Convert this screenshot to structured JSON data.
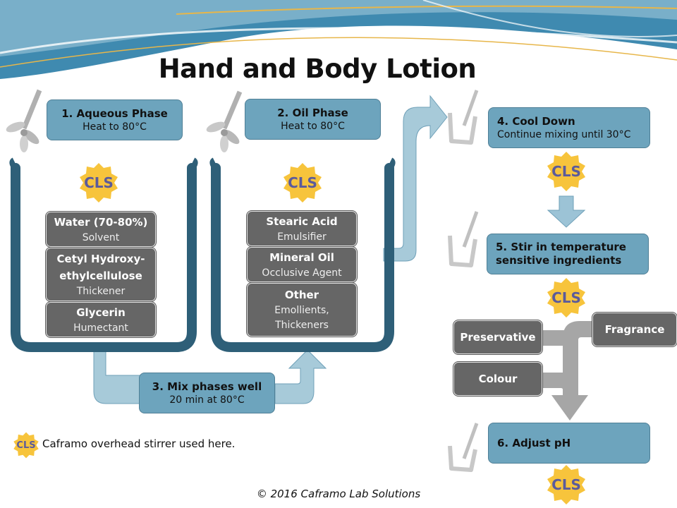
{
  "title": "Hand and Body Lotion",
  "logo_text": "CLS",
  "steps": {
    "s1": {
      "heading": "1. Aqueous Phase",
      "sub": "Heat to 80°C"
    },
    "s2": {
      "heading": "2. Oil Phase",
      "sub": "Heat to 80°C"
    },
    "s3": {
      "heading": "3. Mix phases well",
      "sub": "20 min at 80°C"
    },
    "s4": {
      "heading": "4. Cool Down",
      "sub": "Continue mixing until 30°C"
    },
    "s5": {
      "heading_line1": "5. Stir in temperature",
      "heading_line2": "sensitive ingredients"
    },
    "s6": {
      "heading": "6.  Adjust pH"
    }
  },
  "aqueous_ingredients": [
    {
      "name": "Water (70-80%)",
      "role": "Solvent"
    },
    {
      "name_line1": "Cetyl Hydroxy-",
      "name_line2": "ethylcellulose",
      "role": "Thickener"
    },
    {
      "name": "Glycerin",
      "role": "Humectant"
    }
  ],
  "oil_ingredients": [
    {
      "name": "Stearic Acid",
      "role": "Emulsifier"
    },
    {
      "name": "Mineral Oil",
      "role": "Occlusive Agent"
    },
    {
      "name": "Other",
      "role_line1": "Emollients,",
      "role_line2": "Thickeners"
    }
  ],
  "additives": [
    "Preservative",
    "Fragrance",
    "Colour"
  ],
  "legend_note": "Caframo overhead stirrer used here.",
  "copyright": "© 2016 Caframo Lab Solutions",
  "colors": {
    "step_fill": "#6da4bd",
    "beaker": "#2e5f78",
    "arrow": "#9cc3d6",
    "ingredient": "#666666",
    "badge": "#f7c43c",
    "gray_arrow": "#a6a6a6"
  }
}
